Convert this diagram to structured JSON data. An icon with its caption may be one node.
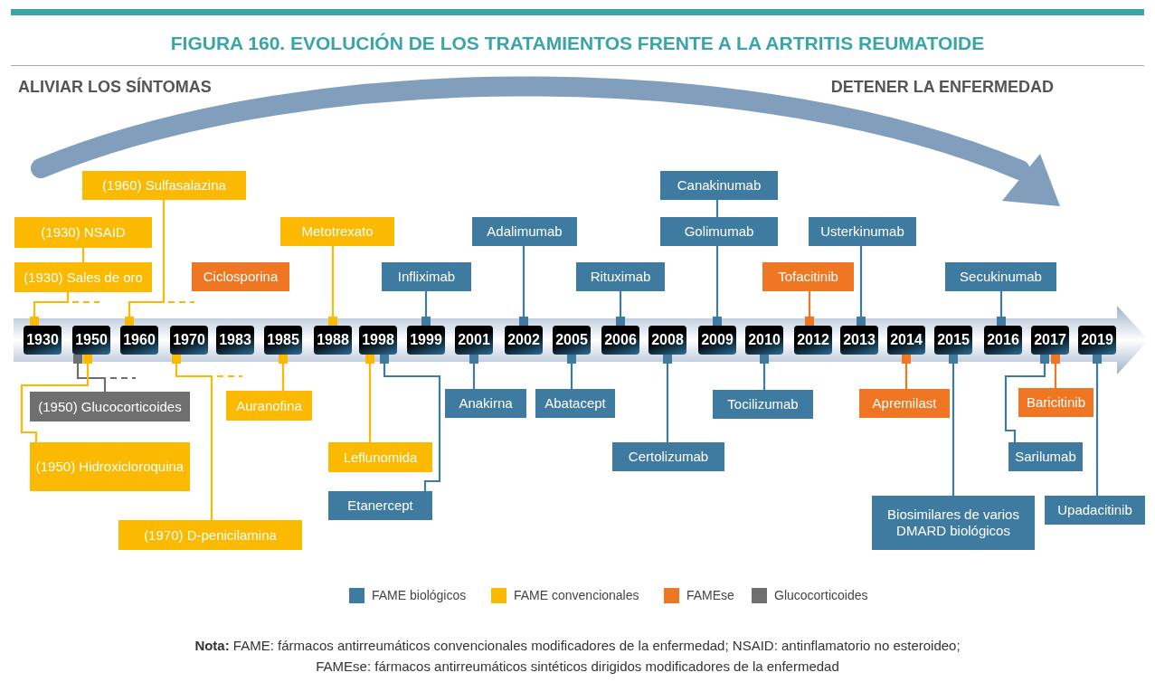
{
  "diagram": {
    "title": "FIGURA 160. EVOLUCIÓN DE LOS TRATAMIENTOS FRENTE A LA ARTRITIS REUMATOIDE",
    "nodes": [
      {
        "text": [
          "(1960) Sulfasalazina"
        ]
      },
      {
        "text": [
          "Canakinumab"
        ]
      },
      {
        "text": [
          "(1930) NSAID"
        ]
      },
      {
        "text": [
          "Metotrexato"
        ]
      },
      {
        "text": [
          "Adalimumab"
        ]
      },
      {
        "text": [
          "Golimumab"
        ]
      },
      {
        "text": [
          "Usterkinumab"
        ]
      },
      {
        "text": [
          "(1930) Sales de oro"
        ]
      },
      {
        "text": [
          "Ciclosporina"
        ]
      },
      {
        "text": [
          "Infliximab"
        ]
      },
      {
        "text": [
          "Rituximab"
        ]
      },
      {
        "text": [
          "Tofacitinib"
        ]
      },
      {
        "text": [
          "Secukinumab"
        ]
      },
      {
        "text": [],
        "shape": "bar"
      },
      {
        "text": [
          "1930"
        ],
        "in": 13
      },
      {
        "text": [
          "1950"
        ],
        "in": 13
      },
      {
        "text": [
          "1960"
        ],
        "in": 13
      },
      {
        "text": [
          "1970"
        ],
        "in": 13
      },
      {
        "text": [
          "1983"
        ],
        "in": 13
      },
      {
        "text": [
          "1985"
        ],
        "in": 13
      },
      {
        "text": [
          "1988"
        ],
        "in": 13
      },
      {
        "text": [
          "1998"
        ],
        "in": 13
      },
      {
        "text": [
          "1999"
        ],
        "in": 13
      },
      {
        "text": [
          "2001"
        ],
        "in": 13
      },
      {
        "text": [
          "2002"
        ],
        "in": 13
      },
      {
        "text": [
          "2005"
        ],
        "in": 13
      },
      {
        "text": [
          "2006"
        ],
        "in": 13
      },
      {
        "text": [
          "2008"
        ],
        "in": 13
      },
      {
        "text": [
          "2009"
        ],
        "in": 13
      },
      {
        "text": [
          "2010"
        ],
        "in": 13
      },
      {
        "text": [
          "2012"
        ],
        "in": 13
      },
      {
        "text": [
          "2013"
        ],
        "in": 13
      },
      {
        "text": [
          "2014"
        ],
        "in": 13
      },
      {
        "text": [
          "2015"
        ],
        "in": 13
      },
      {
        "text": [
          "2016"
        ],
        "in": 13
      },
      {
        "text": [
          "2017"
        ],
        "in": 13
      },
      {
        "text": [
          "2019"
        ],
        "in": 13
      },
      {
        "text": [
          "(1950) Glucocorticoides"
        ]
      },
      {
        "text": [
          "Auranofina"
        ]
      },
      {
        "text": [
          "Anakirna"
        ]
      },
      {
        "text": [
          "Abatacept"
        ]
      },
      {
        "text": [
          "Tocilizumab"
        ]
      },
      {
        "text": [
          "Apremilast"
        ]
      },
      {
        "text": [
          "Baricitinib"
        ]
      },
      {
        "text": [
          "(1950) Hidroxicloroquina"
        ]
      },
      {
        "text": [
          "Leflunomida"
        ]
      },
      {
        "text": [
          "Certolizumab"
        ]
      },
      {
        "text": [
          "Sarilumab"
        ]
      },
      {
        "text": [
          "Etanercept"
        ]
      },
      {
        "text": [
          "Biosimilares de varios DMARD biológicos"
        ]
      },
      {
        "text": [
          "Upadacitinib"
        ]
      },
      {
        "text": [
          "(1970) D-penicilamina"
        ]
      }
    ],
    "edges": [
      {
        "from": 0,
        "to": 16,
        "arrow": "other",
        "color": "#fbb900"
      },
      {
        "from": 1,
        "to": 5,
        "arrow": "none"
      },
      {
        "from": 5,
        "to": 28,
        "arrow": "other"
      },
      {
        "from": 2,
        "to": 7,
        "arrow": "none",
        "color": "#fbb900"
      },
      {
        "from": 7,
        "to": 14,
        "arrow": "other",
        "color": "#fbb900"
      },
      {
        "from": 3,
        "to": 20,
        "arrow": "other",
        "color": "#fbb900"
      },
      {
        "from": 4,
        "to": 24,
        "arrow": "other"
      },
      {
        "from": 6,
        "to": 31,
        "arrow": "other"
      },
      {
        "from": 9,
        "to": 22,
        "arrow": "other"
      },
      {
        "from": 10,
        "to": 26,
        "arrow": "other"
      },
      {
        "from": 11,
        "to": 30,
        "arrow": "other",
        "color": "#ef7622"
      },
      {
        "from": 12,
        "to": 34,
        "arrow": "other"
      },
      {
        "from": 37,
        "to": 15,
        "arrow": "other",
        "color": "#6f6f6f"
      },
      {
        "from": 38,
        "to": 19,
        "arrow": "other",
        "color": "#fbb900"
      },
      {
        "from": 39,
        "to": 23,
        "arrow": "other"
      },
      {
        "from": 40,
        "to": 25,
        "arrow": "other"
      },
      {
        "from": 41,
        "to": 29,
        "arrow": "other"
      },
      {
        "from": 42,
        "to": 32,
        "arrow": "other",
        "color": "#ef7622"
      },
      {
        "from": 43,
        "to": 35,
        "arrow": "other",
        "color": "#ef7622"
      },
      {
        "from": 44,
        "to": 15,
        "arrow": "other",
        "color": "#fbb900"
      },
      {
        "from": 45,
        "to": 21,
        "arrow": "other",
        "color": "#fbb900"
      },
      {
        "from": 46,
        "to": 27,
        "arrow": "other"
      },
      {
        "from": 47,
        "to": 35,
        "arrow": "other"
      },
      {
        "from": 48,
        "to": 21,
        "arrow": "other"
      },
      {
        "from": 49,
        "to": 33,
        "arrow": "other"
      },
      {
        "from": 50,
        "to": 36,
        "arrow": "other"
      },
      {
        "from": 51,
        "to": 17,
        "arrow": "other",
        "color": "#fbb900"
      }
    ],
    "labels": [
      "ALIVIAR LOS SÍNTOMAS",
      "DETENER LA ENFERMEDAD",
      "**Nota:** FAME: fármacos antirreumáticos convencionales modificadores de la enfermedad; NSAID: antinflamatorio no esteroideo; FAMEse: fármacos antirreumáticos sintéticos dirigidos modificadores de la enfermedad"
    ],
    "legend": [
      {
        "text": "FAME biológicos",
        "color": "#3f7ba0"
      },
      {
        "text": "FAME convencionales",
        "color": "#fbb900"
      },
      {
        "text": "FAMEse",
        "color": "#ef7622"
      },
      {
        "text": "Glucocorticoides",
        "color": "#6f6f6f"
      }
    ]
  }
}
